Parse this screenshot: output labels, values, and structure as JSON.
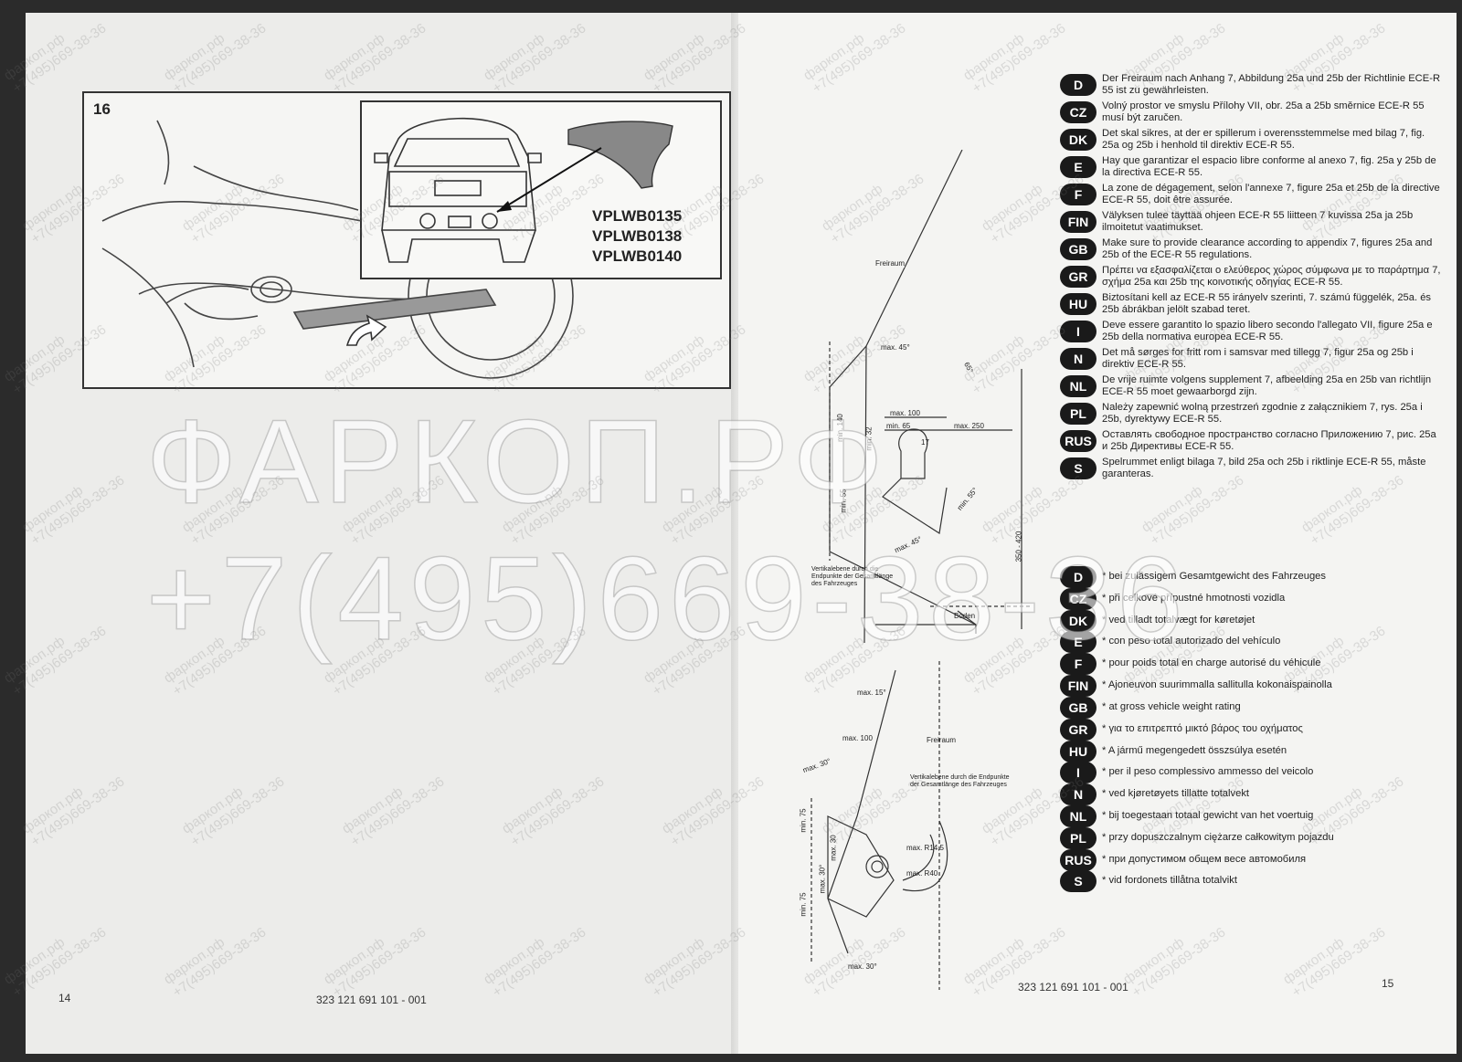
{
  "left_page": {
    "figure_number": "16",
    "part_codes": [
      "VPLWB0135",
      "VPLWB0138",
      "VPLWB0140"
    ],
    "page_number": "14",
    "document_number": "323 121 691 101 - 001"
  },
  "right_page": {
    "page_number": "15",
    "document_number": "323 121 691 101 - 001",
    "clearance_instructions": [
      {
        "code": "D",
        "text": "Der Freiraum nach Anhang 7, Abbildung 25a und 25b der Richtlinie ECE-R 55 ist zu gewährleisten."
      },
      {
        "code": "CZ",
        "text": "Volný prostor ve smyslu Přílohy VII, obr. 25a a 25b směrnice ECE-R 55 musí být zaručen."
      },
      {
        "code": "DK",
        "text": "Det skal sikres, at der er spillerum i overensstemmelse med bilag 7, fig. 25a og 25b i henhold til direktiv ECE-R 55."
      },
      {
        "code": "E",
        "text": "Hay que garantizar el espacio libre conforme al anexo 7, fig. 25a y 25b de la directiva ECE-R 55."
      },
      {
        "code": "F",
        "text": "La zone de dégagement, selon l'annexe 7, figure 25a et 25b de la directive ECE-R 55, doit être assurée."
      },
      {
        "code": "FIN",
        "text": "Välyksen tulee täyttää ohjeen ECE-R 55 liitteen 7 kuvissa 25a ja 25b ilmoitetut vaatimukset."
      },
      {
        "code": "GB",
        "text": "Make sure to provide clearance according to appendix 7, figures 25a and 25b of the ECE-R 55 regulations."
      },
      {
        "code": "GR",
        "text": "Πρέπει να εξασφαλίζεται ο ελεύθερος χώρος σύμφωνα με το παράρτημα 7, σχήμα 25a και 25b της κοινοτικής οδηγίας ECE-R 55."
      },
      {
        "code": "HU",
        "text": "Biztosítani kell az ECE-R 55 irányelv szerinti, 7. számú függelék, 25a. és 25b ábrákban jelölt szabad teret."
      },
      {
        "code": "I",
        "text": "Deve essere garantito lo spazio libero secondo l'allegato VII, figure 25a e 25b della normativa europea ECE-R 55."
      },
      {
        "code": "N",
        "text": "Det må sørges for fritt rom i samsvar med tillegg 7, figur 25a og 25b i direktiv ECE-R 55."
      },
      {
        "code": "NL",
        "text": "De vrije ruimte volgens supplement 7, afbeelding 25a en 25b van richtlijn ECE-R 55 moet gewaarborgd zijn."
      },
      {
        "code": "PL",
        "text": "Należy zapewnić wolną przestrzeń zgodnie z załącznikiem 7, rys. 25a i 25b, dyrektywy ECE-R 55."
      },
      {
        "code": "RUS",
        "text": "Оставлять свободное пространство согласно Приложению 7, рис. 25a и 25b Директивы ECE-R 55."
      },
      {
        "code": "S",
        "text": "Spelrummet enligt bilaga 7, bild 25a och 25b i riktlinje ECE-R 55, måste garanteras."
      }
    ],
    "weight_notes": [
      {
        "code": "D",
        "text": "* bei zulässigem Gesamtgewicht des Fahrzeuges"
      },
      {
        "code": "CZ",
        "text": "* při celkové přípustné hmotnosti vozidla"
      },
      {
        "code": "DK",
        "text": "* ved tilladt totalvægt for køretøjet"
      },
      {
        "code": "E",
        "text": "* con peso total autorizado del vehículo"
      },
      {
        "code": "F",
        "text": "* pour poids total en charge autorisé du véhicule"
      },
      {
        "code": "FIN",
        "text": "* Ajoneuvon suurimmalla sallitulla kokonaispainolla"
      },
      {
        "code": "GB",
        "text": "* at gross vehicle weight rating"
      },
      {
        "code": "GR",
        "text": "* για το επιτρεπτό μικτό βάρος του οχήματος"
      },
      {
        "code": "HU",
        "text": "* A jármű megengedett összsúlya esetén"
      },
      {
        "code": "I",
        "text": "* per il peso complessivo ammesso del veicolo"
      },
      {
        "code": "N",
        "text": "* ved kjøretøyets tillatte totalvekt"
      },
      {
        "code": "NL",
        "text": "* bij toegestaan totaal gewicht van het voertuig"
      },
      {
        "code": "PL",
        "text": "* przy dopuszczalnym ciężarze całkowitym pojazdu"
      },
      {
        "code": "RUS",
        "text": "* при допустимом общем весе автомобиля"
      },
      {
        "code": "S",
        "text": "* vid fordonets tillåtna totalvikt"
      }
    ],
    "diagram_top": {
      "label_freiraum": "Freiraum",
      "label_vertikalebene": "Vertikalebene durch die Endpunkte der Gesamtlänge des Fahrzeuges",
      "label_boden": "Boden",
      "dims": [
        "max. 45°",
        "max. 100",
        "min. 65",
        "max. 250",
        "min. 32",
        "17",
        "65°",
        "min. 55°",
        "max. 45°",
        "min. 140",
        "min. 55",
        "350 - 420"
      ]
    },
    "diagram_bottom": {
      "label_freiraum": "Freiraum",
      "label_vertikalebene": "Vertikalebene durch die Endpunkte der Gesamtlänge des Fahrzeuges",
      "dims": [
        "max. 15°",
        "max. 100",
        "max. 30°",
        "min. 75",
        "max. 30",
        "max. 30°",
        "max. R14,5",
        "max. R40",
        "min. 75",
        "max. 30°"
      ]
    }
  },
  "watermark": {
    "site": "фаркоп.рф",
    "phone": "+7(495)669-38-36",
    "big_site": "ФАРКОП.РФ",
    "big_phone": "+7(495)669-38-36"
  }
}
